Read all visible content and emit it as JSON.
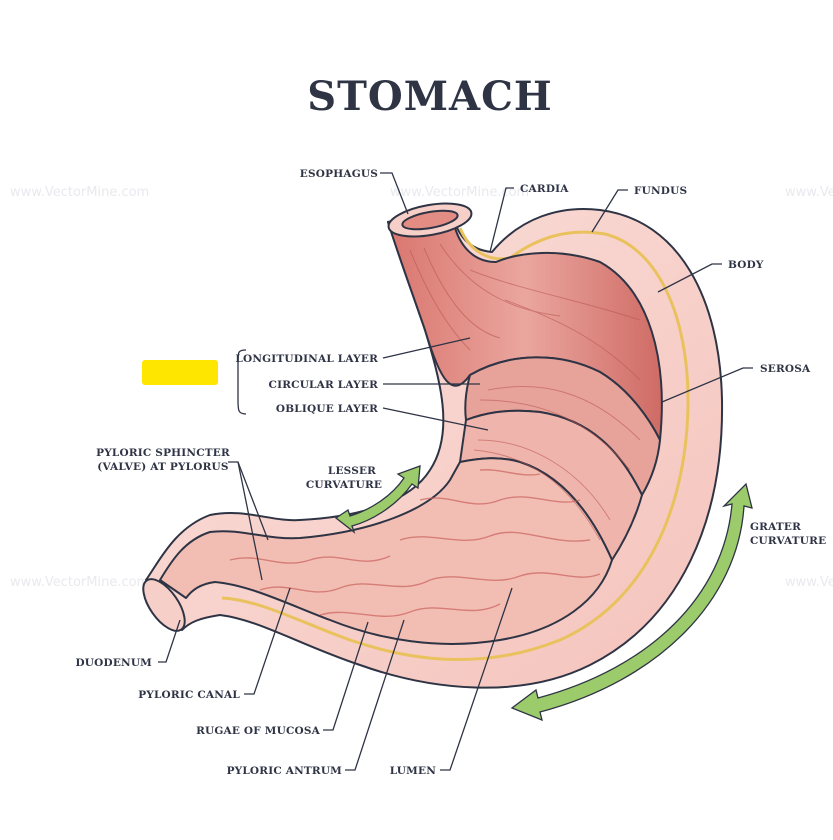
{
  "title": "STOMACH",
  "watermark": "www.VectorMine.com",
  "labels": {
    "esophagus": "ESOPHAGUS",
    "cardia": "CARDIA",
    "fundus": "FUNDUS",
    "body": "BODY",
    "longitudinal": "LONGITUDINAL LAYER",
    "circular": "CIRCULAR LAYER",
    "oblique": "OBLIQUE LAYER",
    "serosa": "SEROSA",
    "pyloric_sphincter_1": "PYLORIC SPHINCTER",
    "pyloric_sphincter_2": "(VALVE) AT PYLORUS",
    "lesser_1": "LESSER",
    "lesser_2": "CURVATURE",
    "grater_1": "GRATER",
    "grater_2": "CURVATURE",
    "duodenum": "DUODENUM",
    "pyloric_canal": "PYLORIC CANAL",
    "rugae": "RUGAE OF MUCOSA",
    "antrum": "PYLORIC ANTRUM",
    "lumen": "LUMEN"
  },
  "colors": {
    "outline": "#2f3445",
    "outer_wall": "#f7cfc9",
    "muscle": "#e39a92",
    "muscle_dark": "#c9625d",
    "mucosa": "#f0b6ad",
    "serosa_line": "#e9c25e",
    "arrow": "#9ccb6b",
    "highlight": "#ffe600"
  }
}
